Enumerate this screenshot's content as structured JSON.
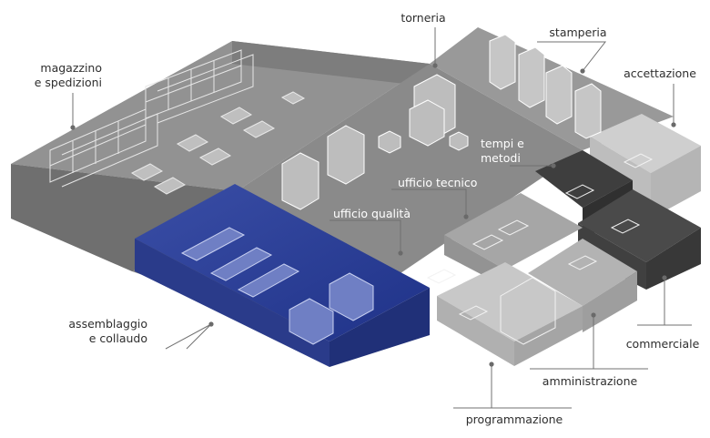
{
  "labels": {
    "magazzino": "magazzino\ne spedizioni",
    "torneria": "torneria",
    "stamperia": "stamperia",
    "accettazione": "accettazione",
    "tempi": "tempi e\nmetodi",
    "ufficio_tecnico": "ufficio tecnico",
    "ufficio_qualita": "ufficio qualità",
    "assemblaggio": "assemblaggio\ne collaudo",
    "commerciale": "commerciale",
    "amministrazione": "amministrazione",
    "programmazione": "programmazione"
  },
  "colors": {
    "highlight": "#2b3f94",
    "floor": "#8c8c8c",
    "wall": "#7a7a7a",
    "office_light": "#c4c4c4",
    "office_dark": "#3c3c3c"
  }
}
